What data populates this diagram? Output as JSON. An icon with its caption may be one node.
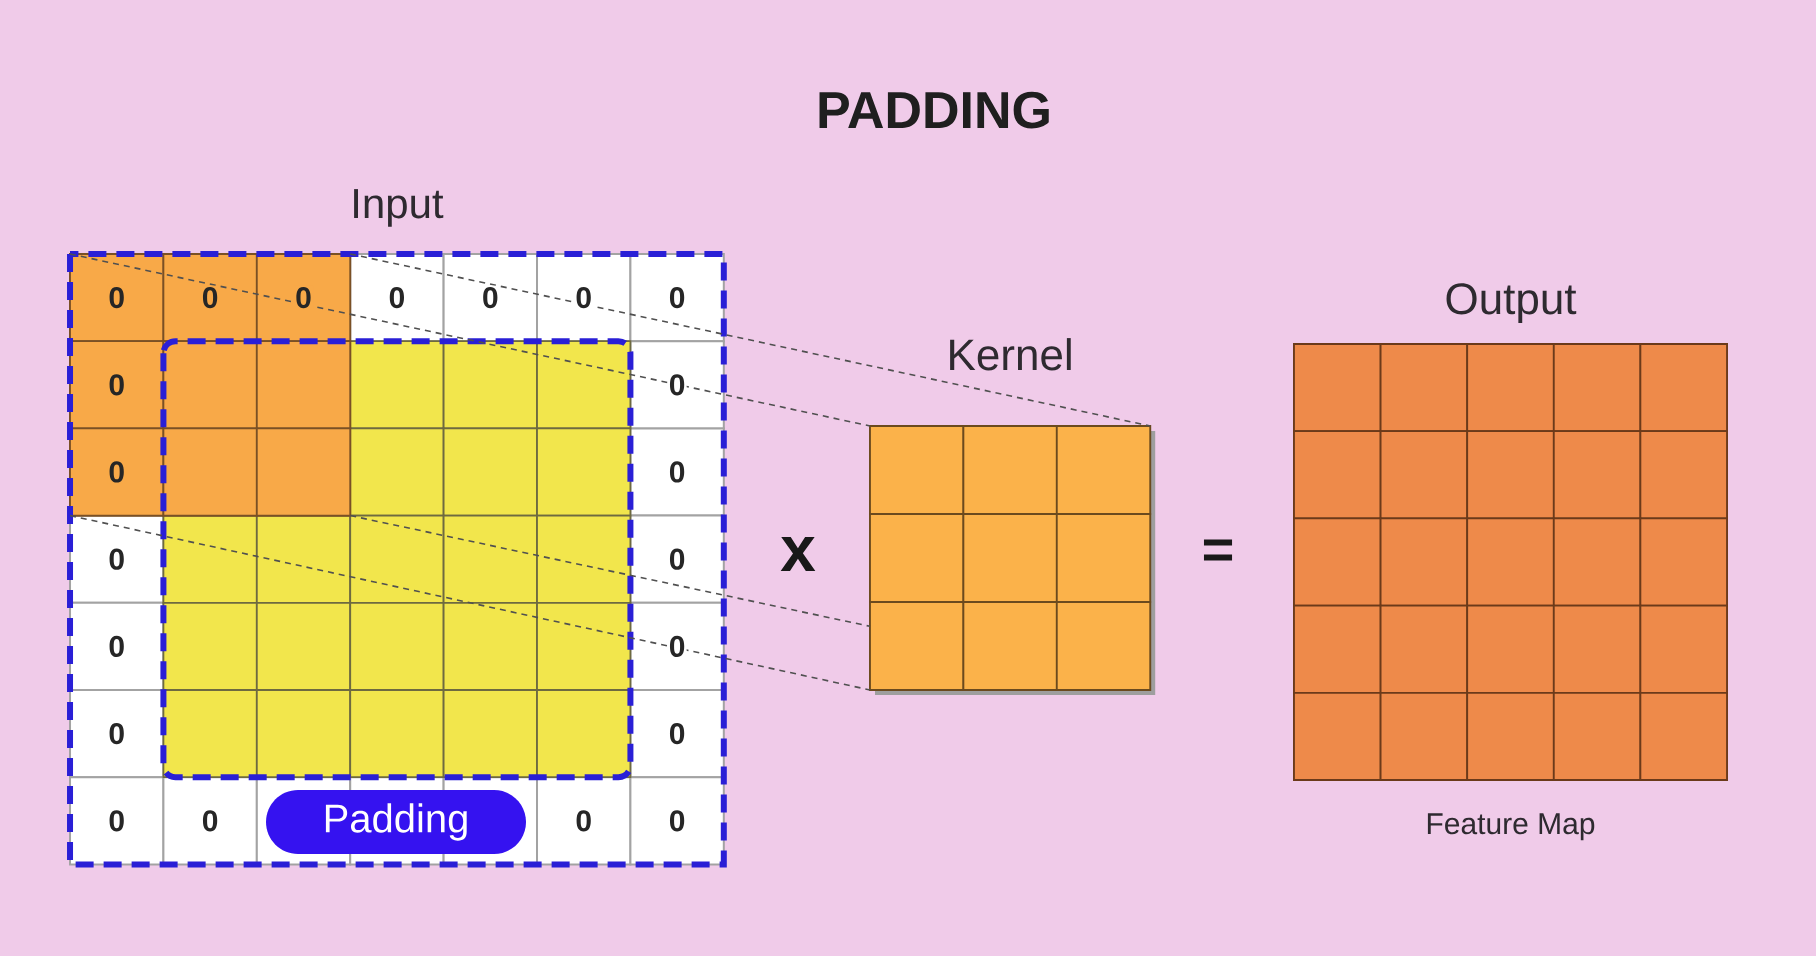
{
  "diagram": {
    "title": "PADDING",
    "nodes": [
      {
        "text": [
          "Input"
        ]
      },
      {
        "text": [],
        "shape": "box",
        "in": 0
      },
      {
        "text": [
          "Padding"
        ],
        "in": 0
      },
      {
        "text": [
          "Kernel"
        ]
      },
      {
        "text": [
          "Output"
        ],
        "beside": [
          "Feature Map"
        ]
      }
    ],
    "edges": [
      {
        "from": 1,
        "to": 3,
        "arrow": "none",
        "style": "dashed"
      },
      {
        "from": 1,
        "to": 3,
        "arrow": "none",
        "style": "dashed"
      },
      {
        "from": 1,
        "to": 3,
        "arrow": "none",
        "style": "dashed"
      },
      {
        "from": 1,
        "to": 3,
        "arrow": "none",
        "style": "dashed"
      }
    ],
    "labels": [
      "0",
      "0",
      "0",
      "0",
      "0",
      "0",
      "0",
      "0",
      "0",
      "0",
      "0",
      "0",
      "0",
      "0",
      "0",
      "0",
      "0",
      "0",
      "0",
      "0",
      "0",
      "x",
      "="
    ]
  }
}
